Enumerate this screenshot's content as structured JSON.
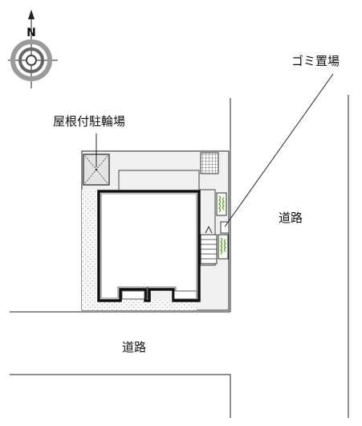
{
  "compass": {
    "north_label": "N"
  },
  "labels": {
    "covered_bicycle_parking": "屋根付駐輪場",
    "garbage_area": "ゴミ置場",
    "road_right": "道路",
    "road_bottom": "道路"
  },
  "colors": {
    "line": "#222222",
    "site_fill": "#f0f0f0",
    "building_outline": "#111111",
    "hedge": "#8fbf5a",
    "compass_gray": "#9a9a9a"
  }
}
